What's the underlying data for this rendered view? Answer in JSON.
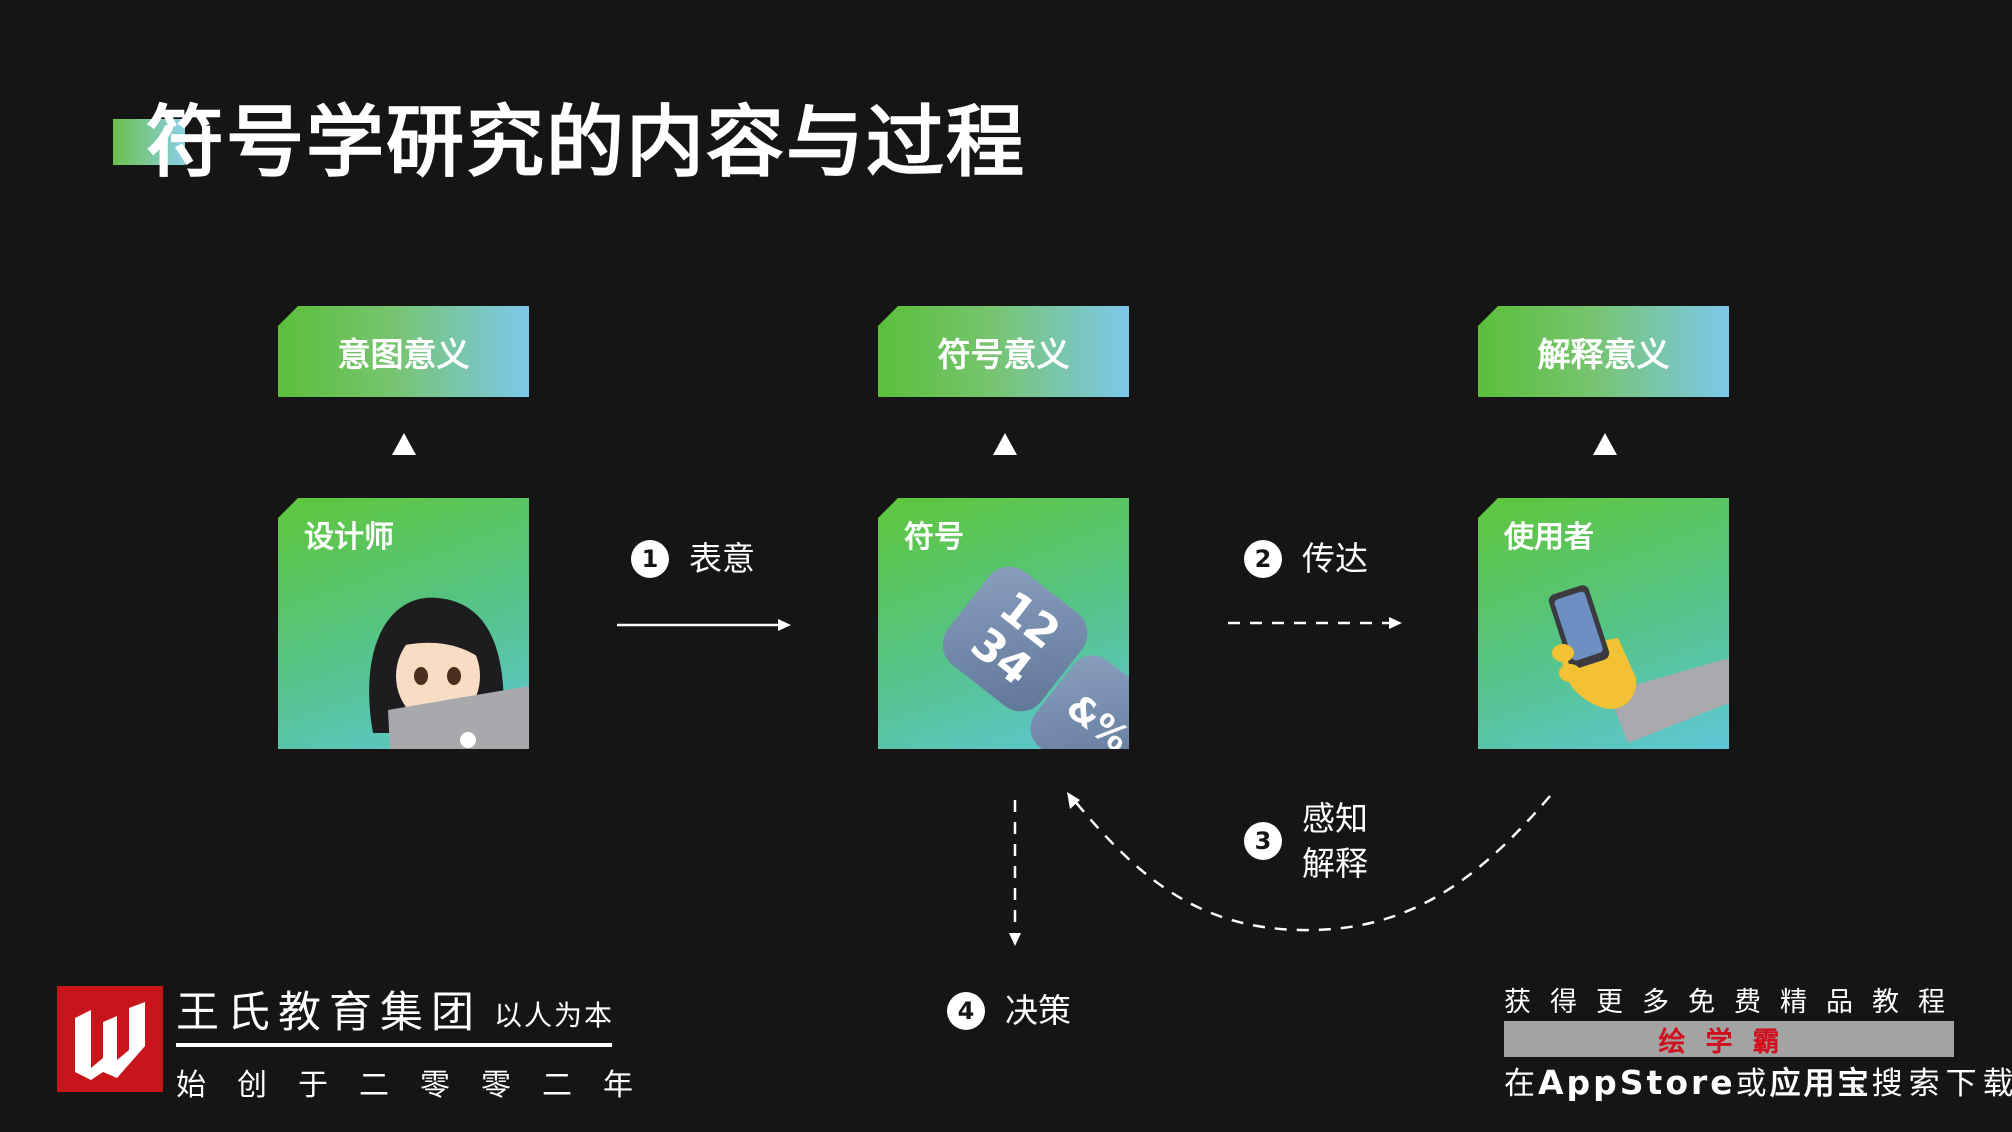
{
  "title": "符号学研究的内容与过程",
  "columns": [
    {
      "meaning": "意图意义",
      "card": "设计师"
    },
    {
      "meaning": "符号意义",
      "card": "符号"
    },
    {
      "meaning": "解释意义",
      "card": "使用者"
    }
  ],
  "steps": [
    {
      "num": "1",
      "label": "表意"
    },
    {
      "num": "2",
      "label": "传达"
    },
    {
      "num": "3",
      "line1": "感知",
      "line2": "解释"
    },
    {
      "num": "4",
      "label": "决策"
    }
  ],
  "symbol_icon": {
    "row1": "12",
    "row2": "34",
    "row3": "&%"
  },
  "footer": {
    "brand": "王氏教育集团",
    "motto": "以人为本",
    "since": "始创于二零零二年",
    "promo_line1": "获得更多免费精品教程",
    "promo_bar": "绘学霸",
    "promo_pre": "在",
    "promo_app": "AppStore",
    "promo_mid": "或",
    "promo_store": "应用宝",
    "promo_post": "搜索下载"
  },
  "colors": {
    "background": "#151515",
    "gradient_green": "#5bbf3a",
    "gradient_blue": "#7dc8ea",
    "logo_red": "#c8141b"
  }
}
